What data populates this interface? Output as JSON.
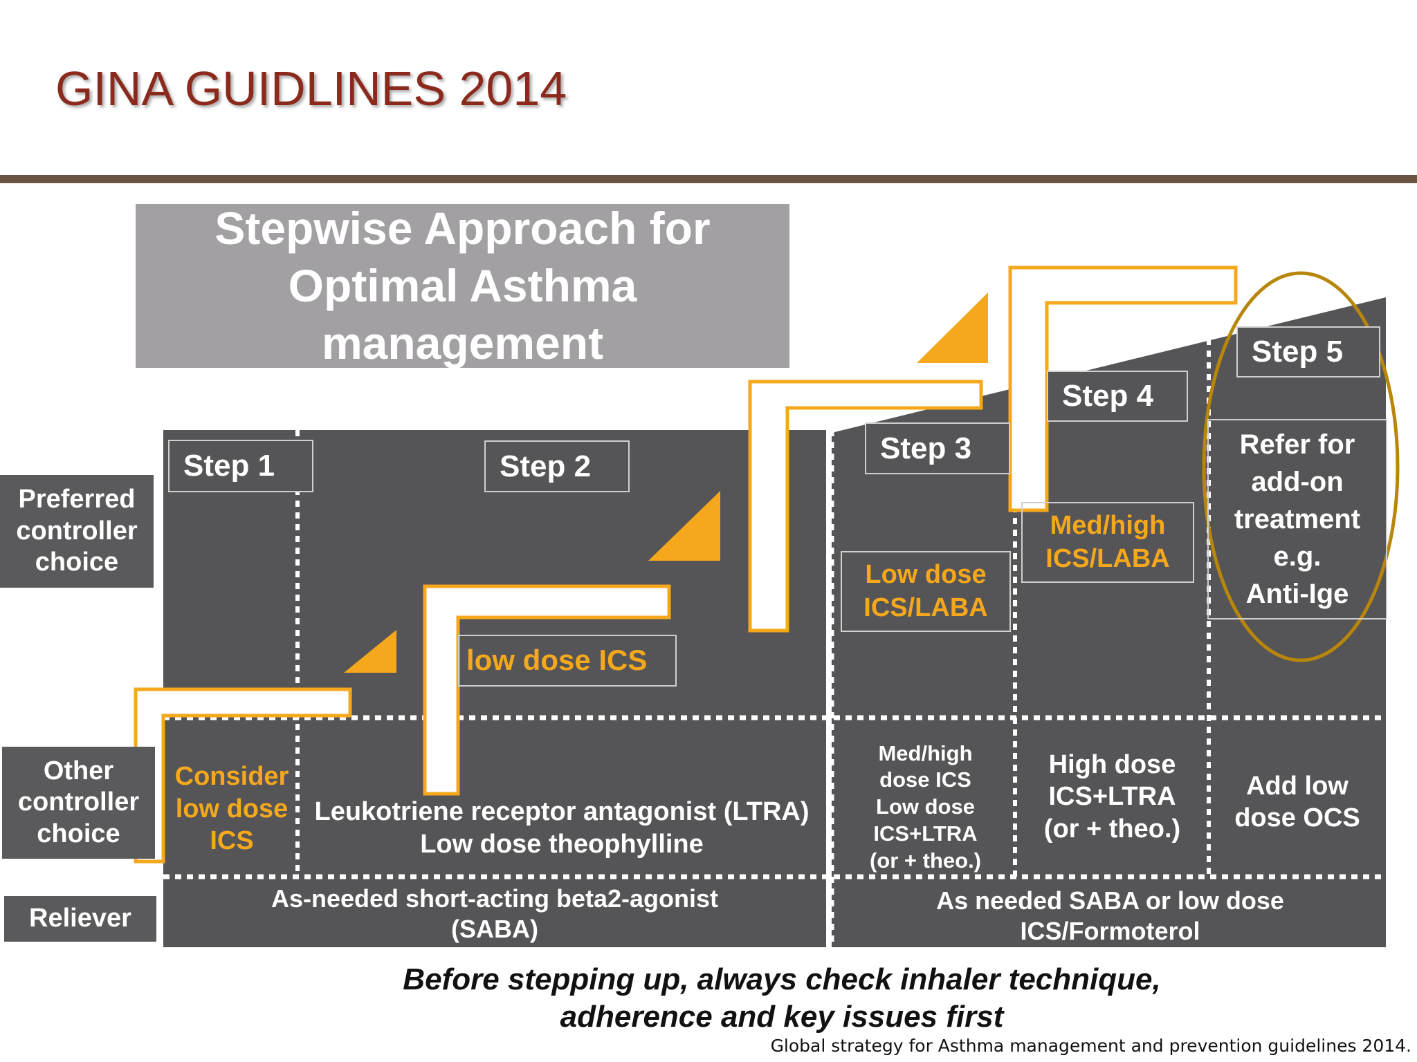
{
  "slide": {
    "title": "GINA GUIDLINES 2014",
    "banner_lines": [
      "Stepwise Approach for",
      "Optimal Asthma",
      "management"
    ]
  },
  "row_labels": {
    "preferred": [
      "Preferred",
      "controller",
      "choice"
    ],
    "other": [
      "Other",
      "controller",
      "choice"
    ],
    "reliever": "Reliever"
  },
  "steps": [
    {
      "label": "Step 1"
    },
    {
      "label": "Step 2"
    },
    {
      "label": "Step 3"
    },
    {
      "label": "Step 4"
    },
    {
      "label": "Step 5"
    }
  ],
  "preferred_controller": {
    "step2": "low dose ICS",
    "step3": [
      "Low dose",
      "ICS/LABA"
    ],
    "step4": [
      "Med/high",
      "ICS/LABA"
    ],
    "step5": [
      "Refer for",
      "add-on",
      "treatment",
      "e.g.",
      "Anti-Ige"
    ]
  },
  "other_controller": {
    "step1": [
      "Consider",
      "low dose",
      "ICS"
    ],
    "step2": [
      "Leukotriene receptor antagonist (LTRA)",
      "Low dose theophylline"
    ],
    "step3": [
      "Med/high",
      "dose ICS",
      "Low dose",
      "ICS+LTRA",
      "(or + theo.)"
    ],
    "step4": [
      "High dose",
      "ICS+LTRA",
      "(or + theo.)"
    ],
    "step5": [
      "Add low",
      "dose OCS"
    ]
  },
  "reliever": {
    "steps1_2": [
      "As-needed short-acting beta2-agonist",
      "(SABA)"
    ],
    "steps3_5": [
      "As needed SABA or low dose",
      "ICS/Formoterol"
    ]
  },
  "footer": {
    "note_lines": [
      "Before stepping up, always check inhaler technique,",
      "adherence and key issues first"
    ],
    "source": "Global strategy for Asthma management and prevention guidelines 2014."
  },
  "colors": {
    "title": "#8b2a1c",
    "panel": "#555456",
    "accent_orange": "#f5a81c",
    "highlight_ellipse": "#b8860b",
    "banner": "#a2a0a3",
    "rule": "#6b5444"
  }
}
